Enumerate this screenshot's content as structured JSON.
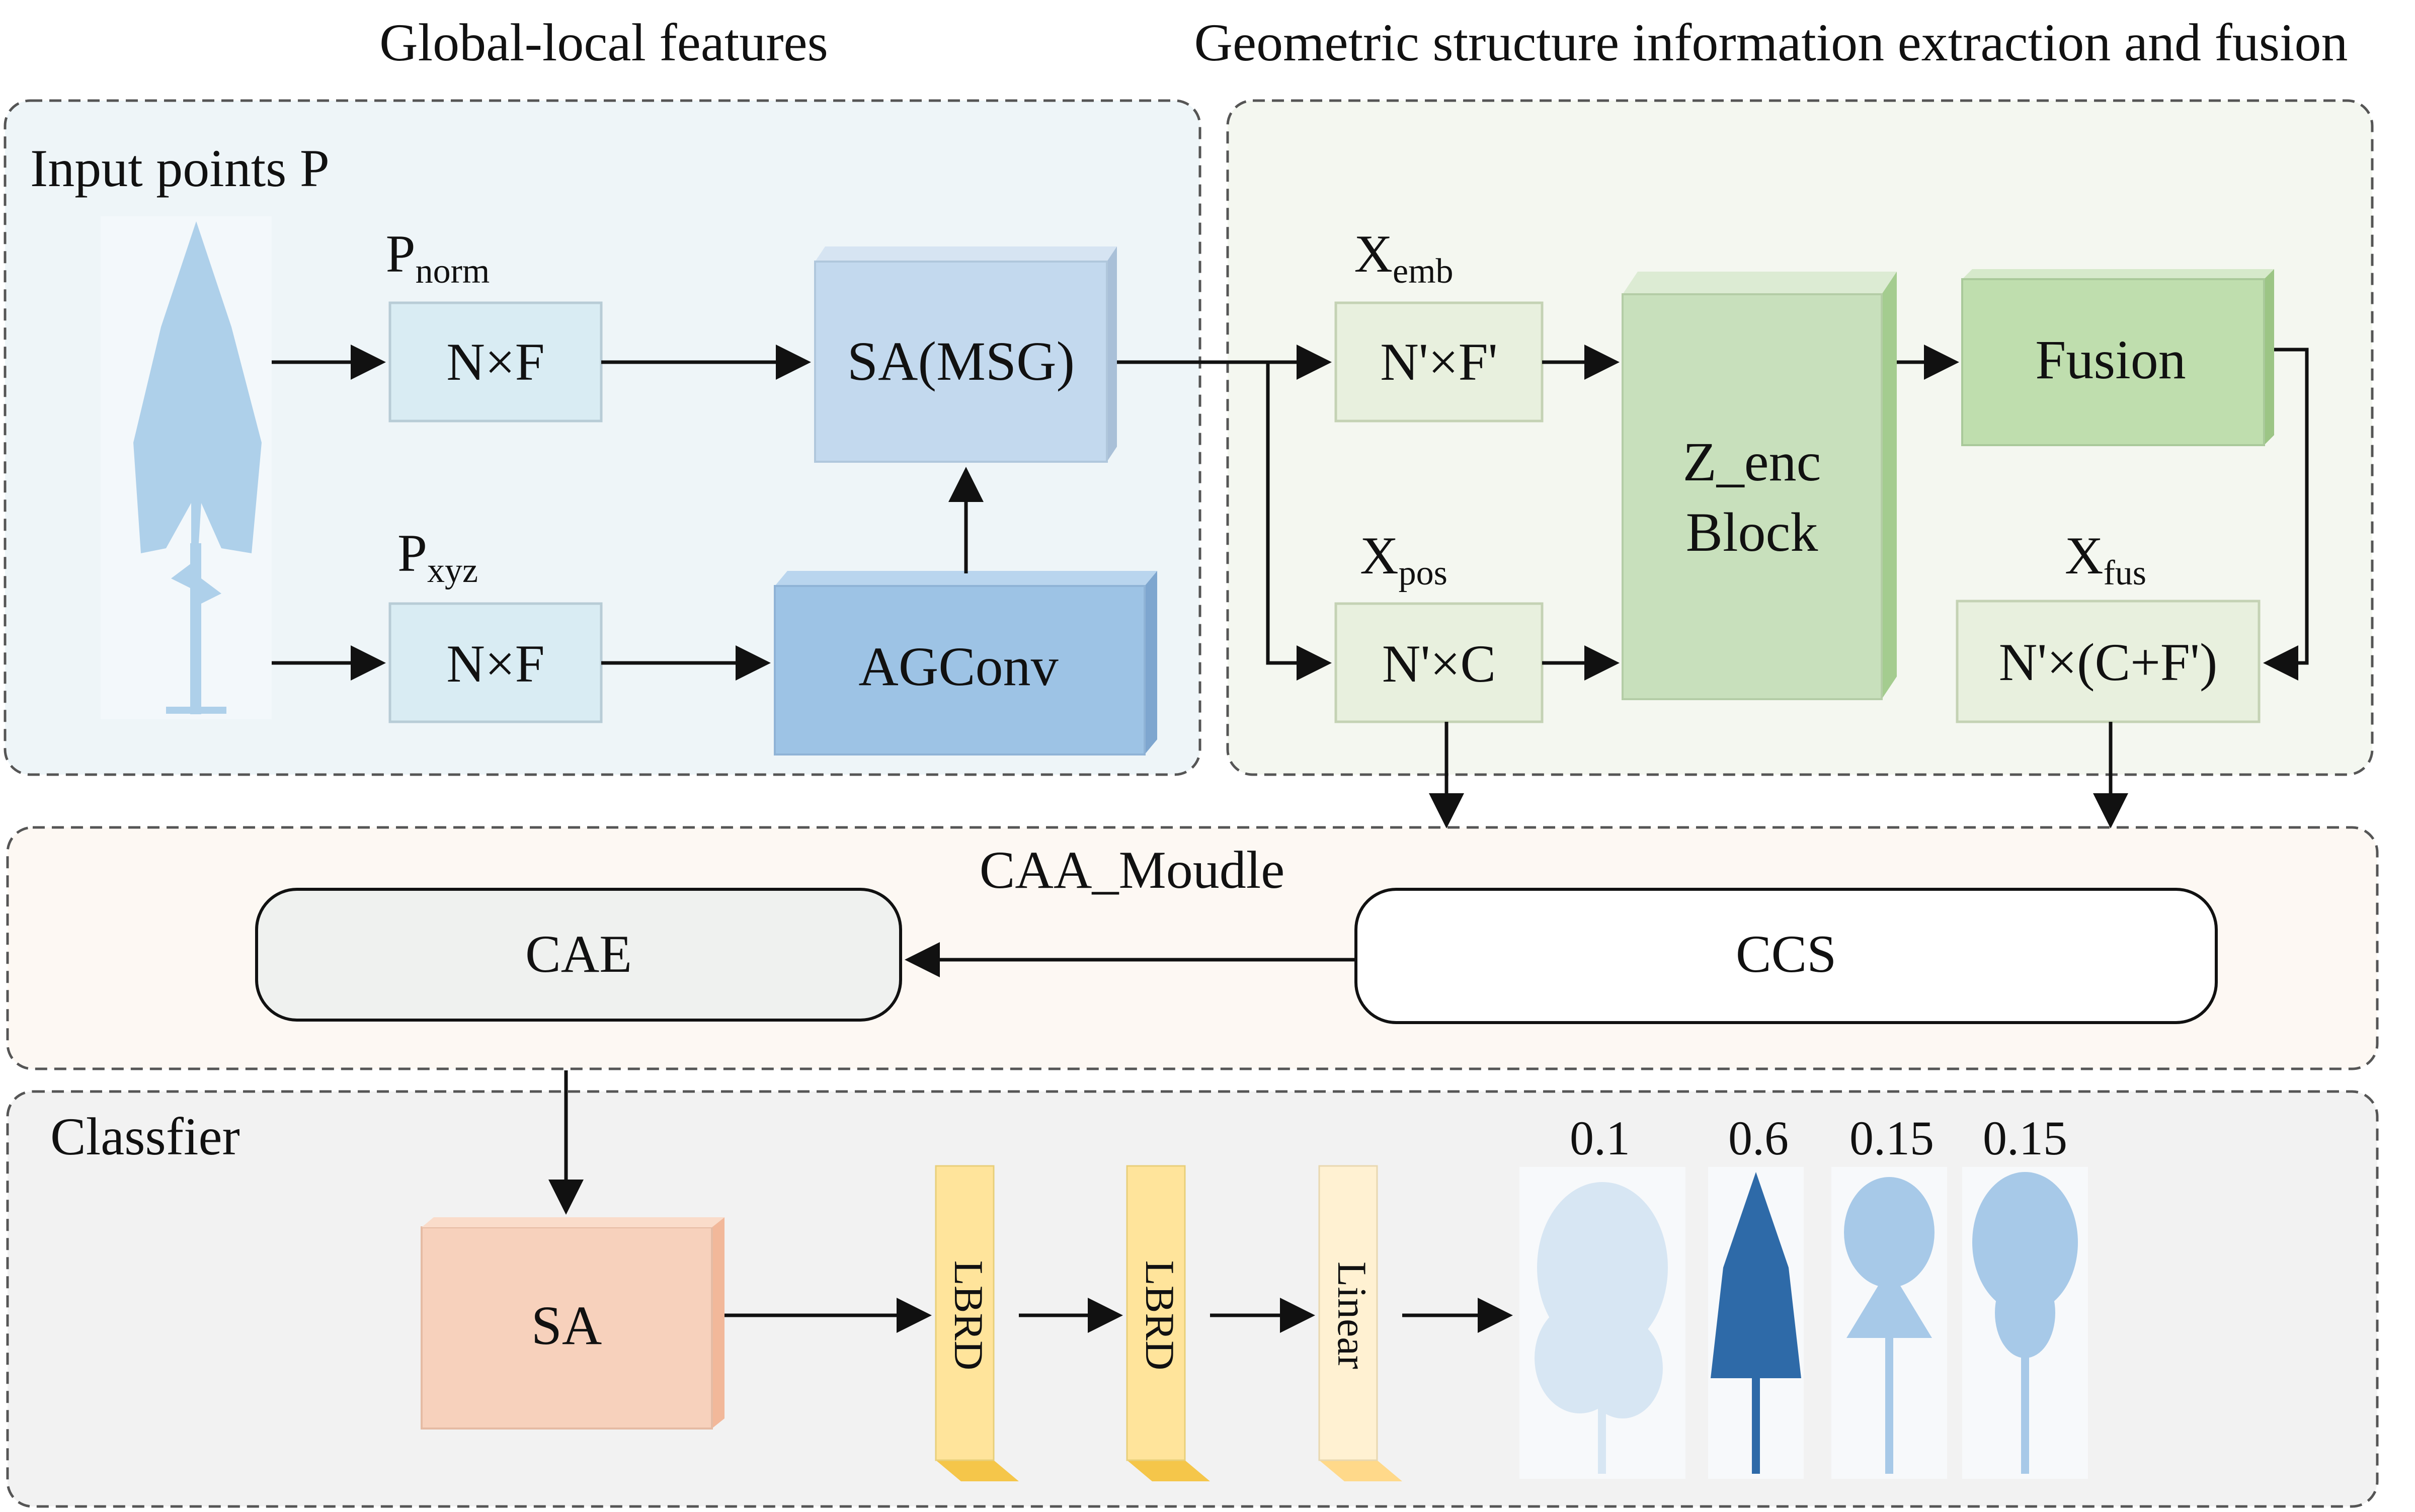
{
  "titles": {
    "global_local": "Global-local features",
    "geometric": "Geometric structure information extraction and fusion"
  },
  "panel1": {
    "input_label": "Input points P",
    "p_norm": {
      "main": "P",
      "sub": "norm"
    },
    "p_xyz": {
      "main": "P",
      "sub": "xyz"
    },
    "box_norm": "N×F",
    "box_xyz": "N×F",
    "sa_msg": "SA(MSG)",
    "agconv": "AGConv"
  },
  "panel2": {
    "x_emb": {
      "main": "X",
      "sub": "emb"
    },
    "x_pos": {
      "main": "X",
      "sub": "pos"
    },
    "x_fus": {
      "main": "X",
      "sub": "fus"
    },
    "box_emb": "N'×F'",
    "box_pos": "N'×C",
    "z_enc_line1": "Z_enc",
    "z_enc_line2": "Block",
    "fusion": "Fusion",
    "box_fus": "N'×(C+F')"
  },
  "caa": {
    "title": "CAA_Moudle",
    "cae": "CAE",
    "ccs": "CCS"
  },
  "classifier": {
    "title": "Classfier",
    "sa": "SA",
    "lbrd1": "LBRD",
    "lbrd2": "LBRD",
    "linear": "Linear",
    "probs": [
      "0.1",
      "0.6",
      "0.15",
      "0.15"
    ]
  },
  "colors": {
    "panel1_bg": "#eef5f8",
    "panel2_bg": "#f4f7f0",
    "caa_bg": "#fdf8f3",
    "classifier_bg": "#f2f2f2",
    "light_blue_box": "#d9ecf3",
    "sa_msg_box": "#c3d9ee",
    "agconv_box": "#9dc3e5",
    "light_green_box": "#e8f0de",
    "z_enc_box": "#c8e0bc",
    "fusion_box": "#bfdeae",
    "sa_box": "#f7d1bc",
    "lbrd_box": "#ffe49b",
    "linear_box": "#fff1d2",
    "tree_light": "#aed0ea",
    "tree_dark": "#2e6aa8"
  }
}
